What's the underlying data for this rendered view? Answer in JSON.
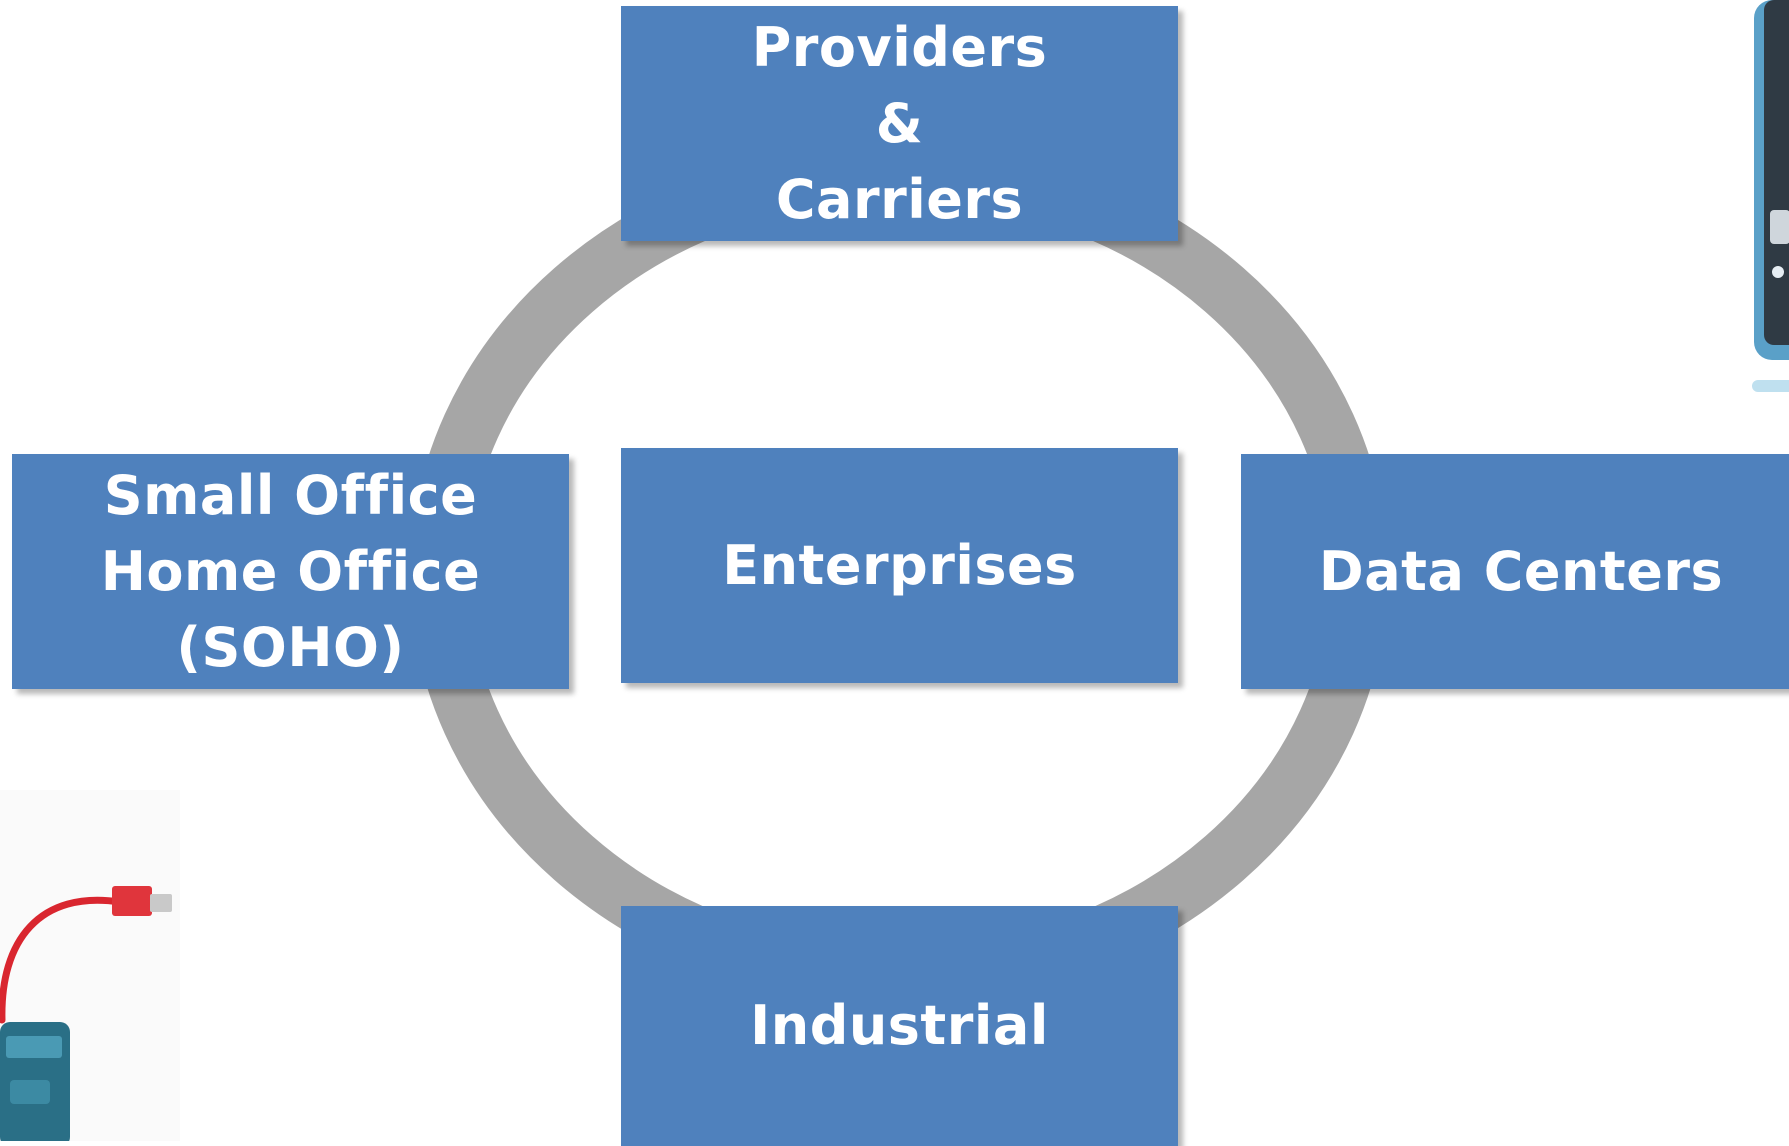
{
  "nodes": {
    "top": {
      "lines": [
        "Providers",
        "&",
        "Carriers"
      ]
    },
    "left": {
      "lines": [
        "Small Office",
        "Home Office",
        "(SOHO)"
      ]
    },
    "center": {
      "lines": [
        "Enterprises"
      ]
    },
    "right": {
      "lines": [
        "Data Centers"
      ]
    },
    "bottom": {
      "lines": [
        "Industrial"
      ]
    }
  },
  "colors": {
    "node_fill": "#4f81bd",
    "node_text": "#ffffff",
    "ring": "#a6a6a6"
  },
  "images": {
    "right": "handheld-tester-photo",
    "left": "cable-tester-photo"
  }
}
